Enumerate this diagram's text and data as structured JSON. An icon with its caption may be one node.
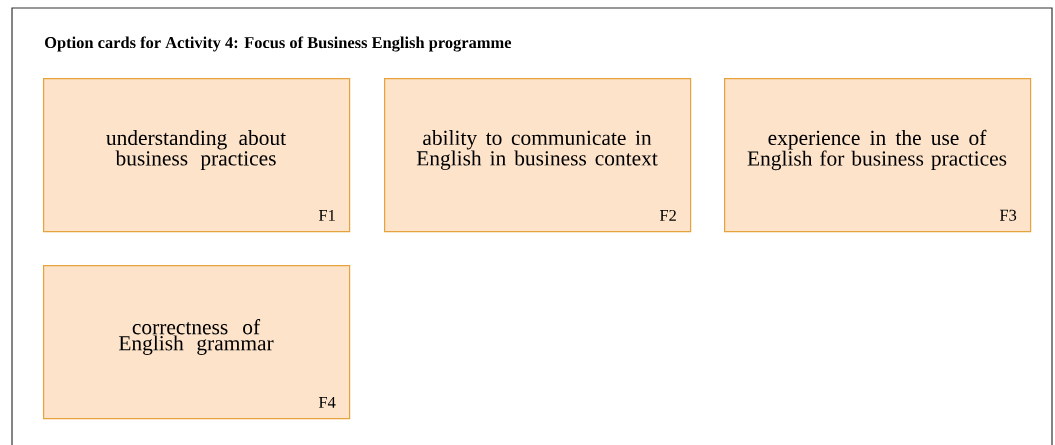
{
  "diagram": {
    "title": "Option cards for Activity 4: Focus of Business English programme",
    "nodes": [
      {
        "text": [
          "understanding about business practices",
          "F1"
        ]
      },
      {
        "text": [
          "ability to communicate in English in business context",
          "F2"
        ]
      },
      {
        "text": [
          "experience in the use of English for business practices",
          "F3"
        ]
      },
      {
        "text": [
          "correctness of English grammar",
          "F4"
        ]
      }
    ]
  }
}
